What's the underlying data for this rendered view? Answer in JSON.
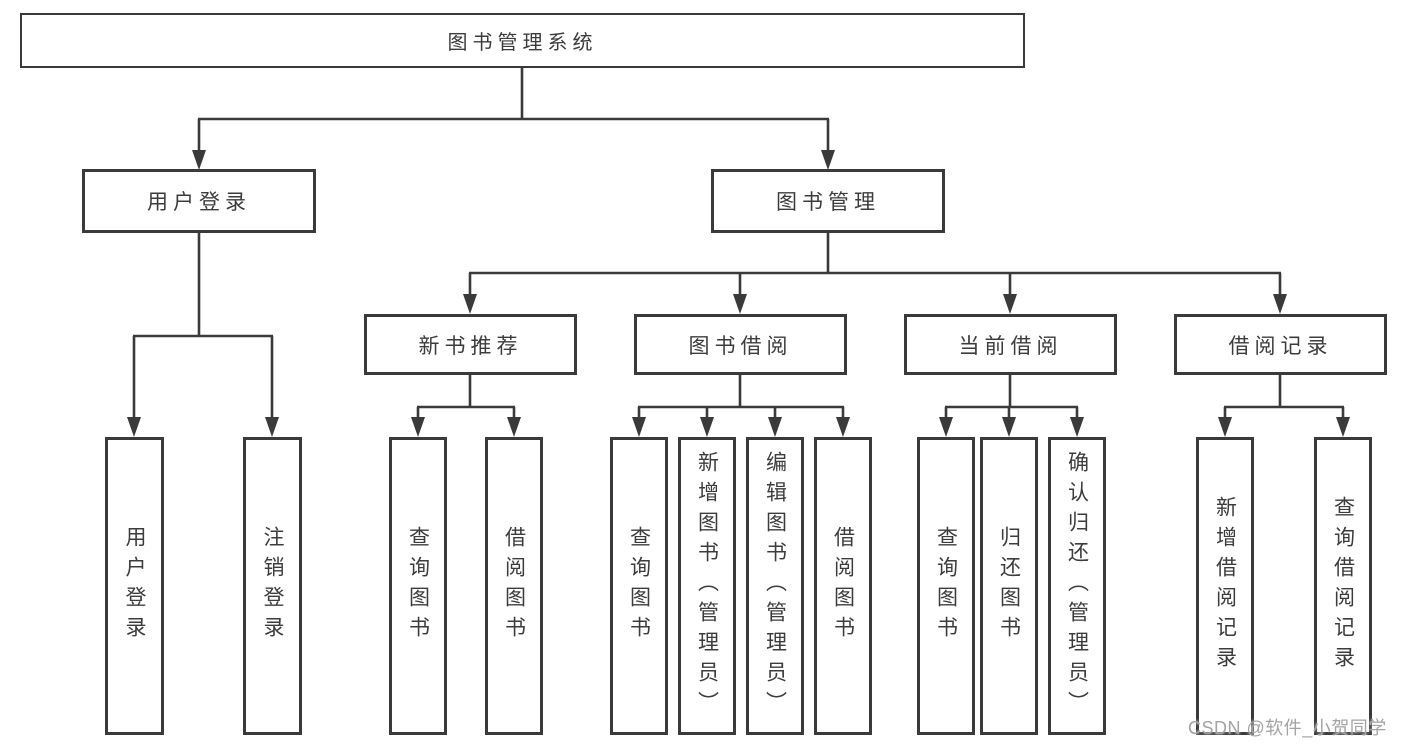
{
  "diagram": {
    "title": "图书管理系统",
    "branches": [
      {
        "label": "用户登录",
        "children": [
          {
            "label": "用户登录"
          },
          {
            "label": "注销登录"
          }
        ]
      },
      {
        "label": "图书管理",
        "children": [
          {
            "label": "新书推荐",
            "children": [
              {
                "label": "查询图书"
              },
              {
                "label": "借阅图书"
              }
            ]
          },
          {
            "label": "图书借阅",
            "children": [
              {
                "label": "查询图书"
              },
              {
                "label": "新增图书（管理员）"
              },
              {
                "label": "编辑图书（管理员）"
              },
              {
                "label": "借阅图书"
              }
            ]
          },
          {
            "label": "当前借阅",
            "children": [
              {
                "label": "查询图书"
              },
              {
                "label": "归还图书"
              },
              {
                "label": "确认归还（管理员）"
              }
            ]
          },
          {
            "label": "借阅记录",
            "children": [
              {
                "label": "新增借阅记录"
              },
              {
                "label": "查询借阅记录"
              }
            ]
          }
        ]
      }
    ]
  },
  "watermark": "CSDN @软件_小贺同学",
  "colors": {
    "line": "#3a3a3a",
    "text": "#3c3c3c",
    "background": "#ffffff",
    "watermark": "#a3a3a3"
  }
}
